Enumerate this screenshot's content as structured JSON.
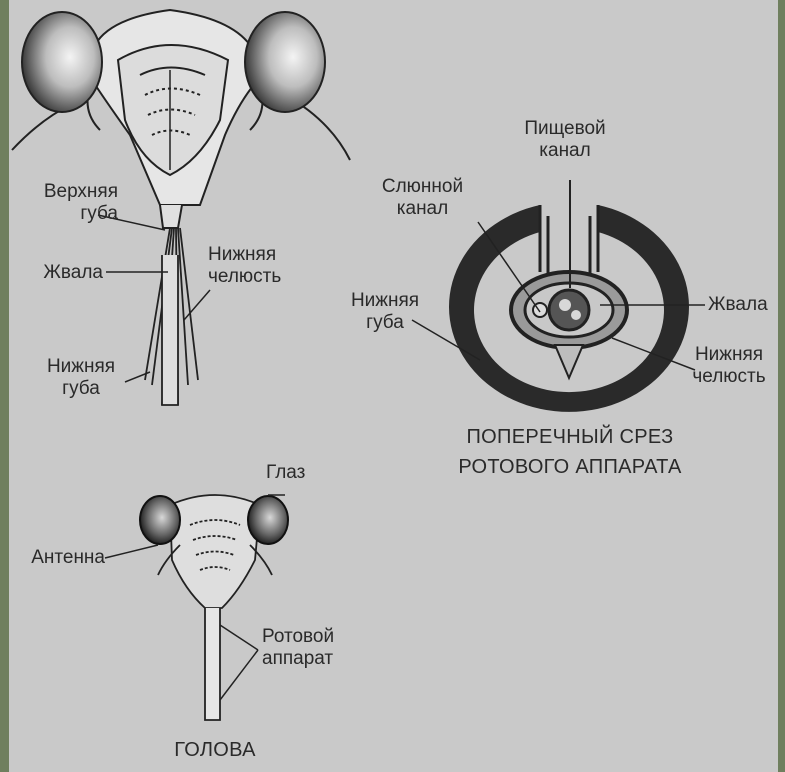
{
  "labels": {
    "upper_lip": "Верхняя\nгуба",
    "mandibles_left": "Жвала",
    "maxilla_left": "Нижняя\nчелюсть",
    "lower_lip_left": "Нижняя\nгуба",
    "food_canal": "Пищевой\nканал",
    "salivary_canal": "Слюнной\nканал",
    "lower_lip_right": "Нижняя\nгуба",
    "mandibles_right": "Жвала",
    "maxilla_right": "Нижняя\nчелюсть",
    "cross_section_caption": "ПОПЕРЕЧНЫЙ СРЕЗ\nРОТОВОГО АППАРАТА",
    "eye": "Глаз",
    "antenna": "Антенна",
    "mouthparts": "Ротовой\nаппарат",
    "head_caption": "ГОЛОВА"
  },
  "colors": {
    "background": "#c9c9c9",
    "edge": "#6f7f5e",
    "ink": "#222222"
  }
}
